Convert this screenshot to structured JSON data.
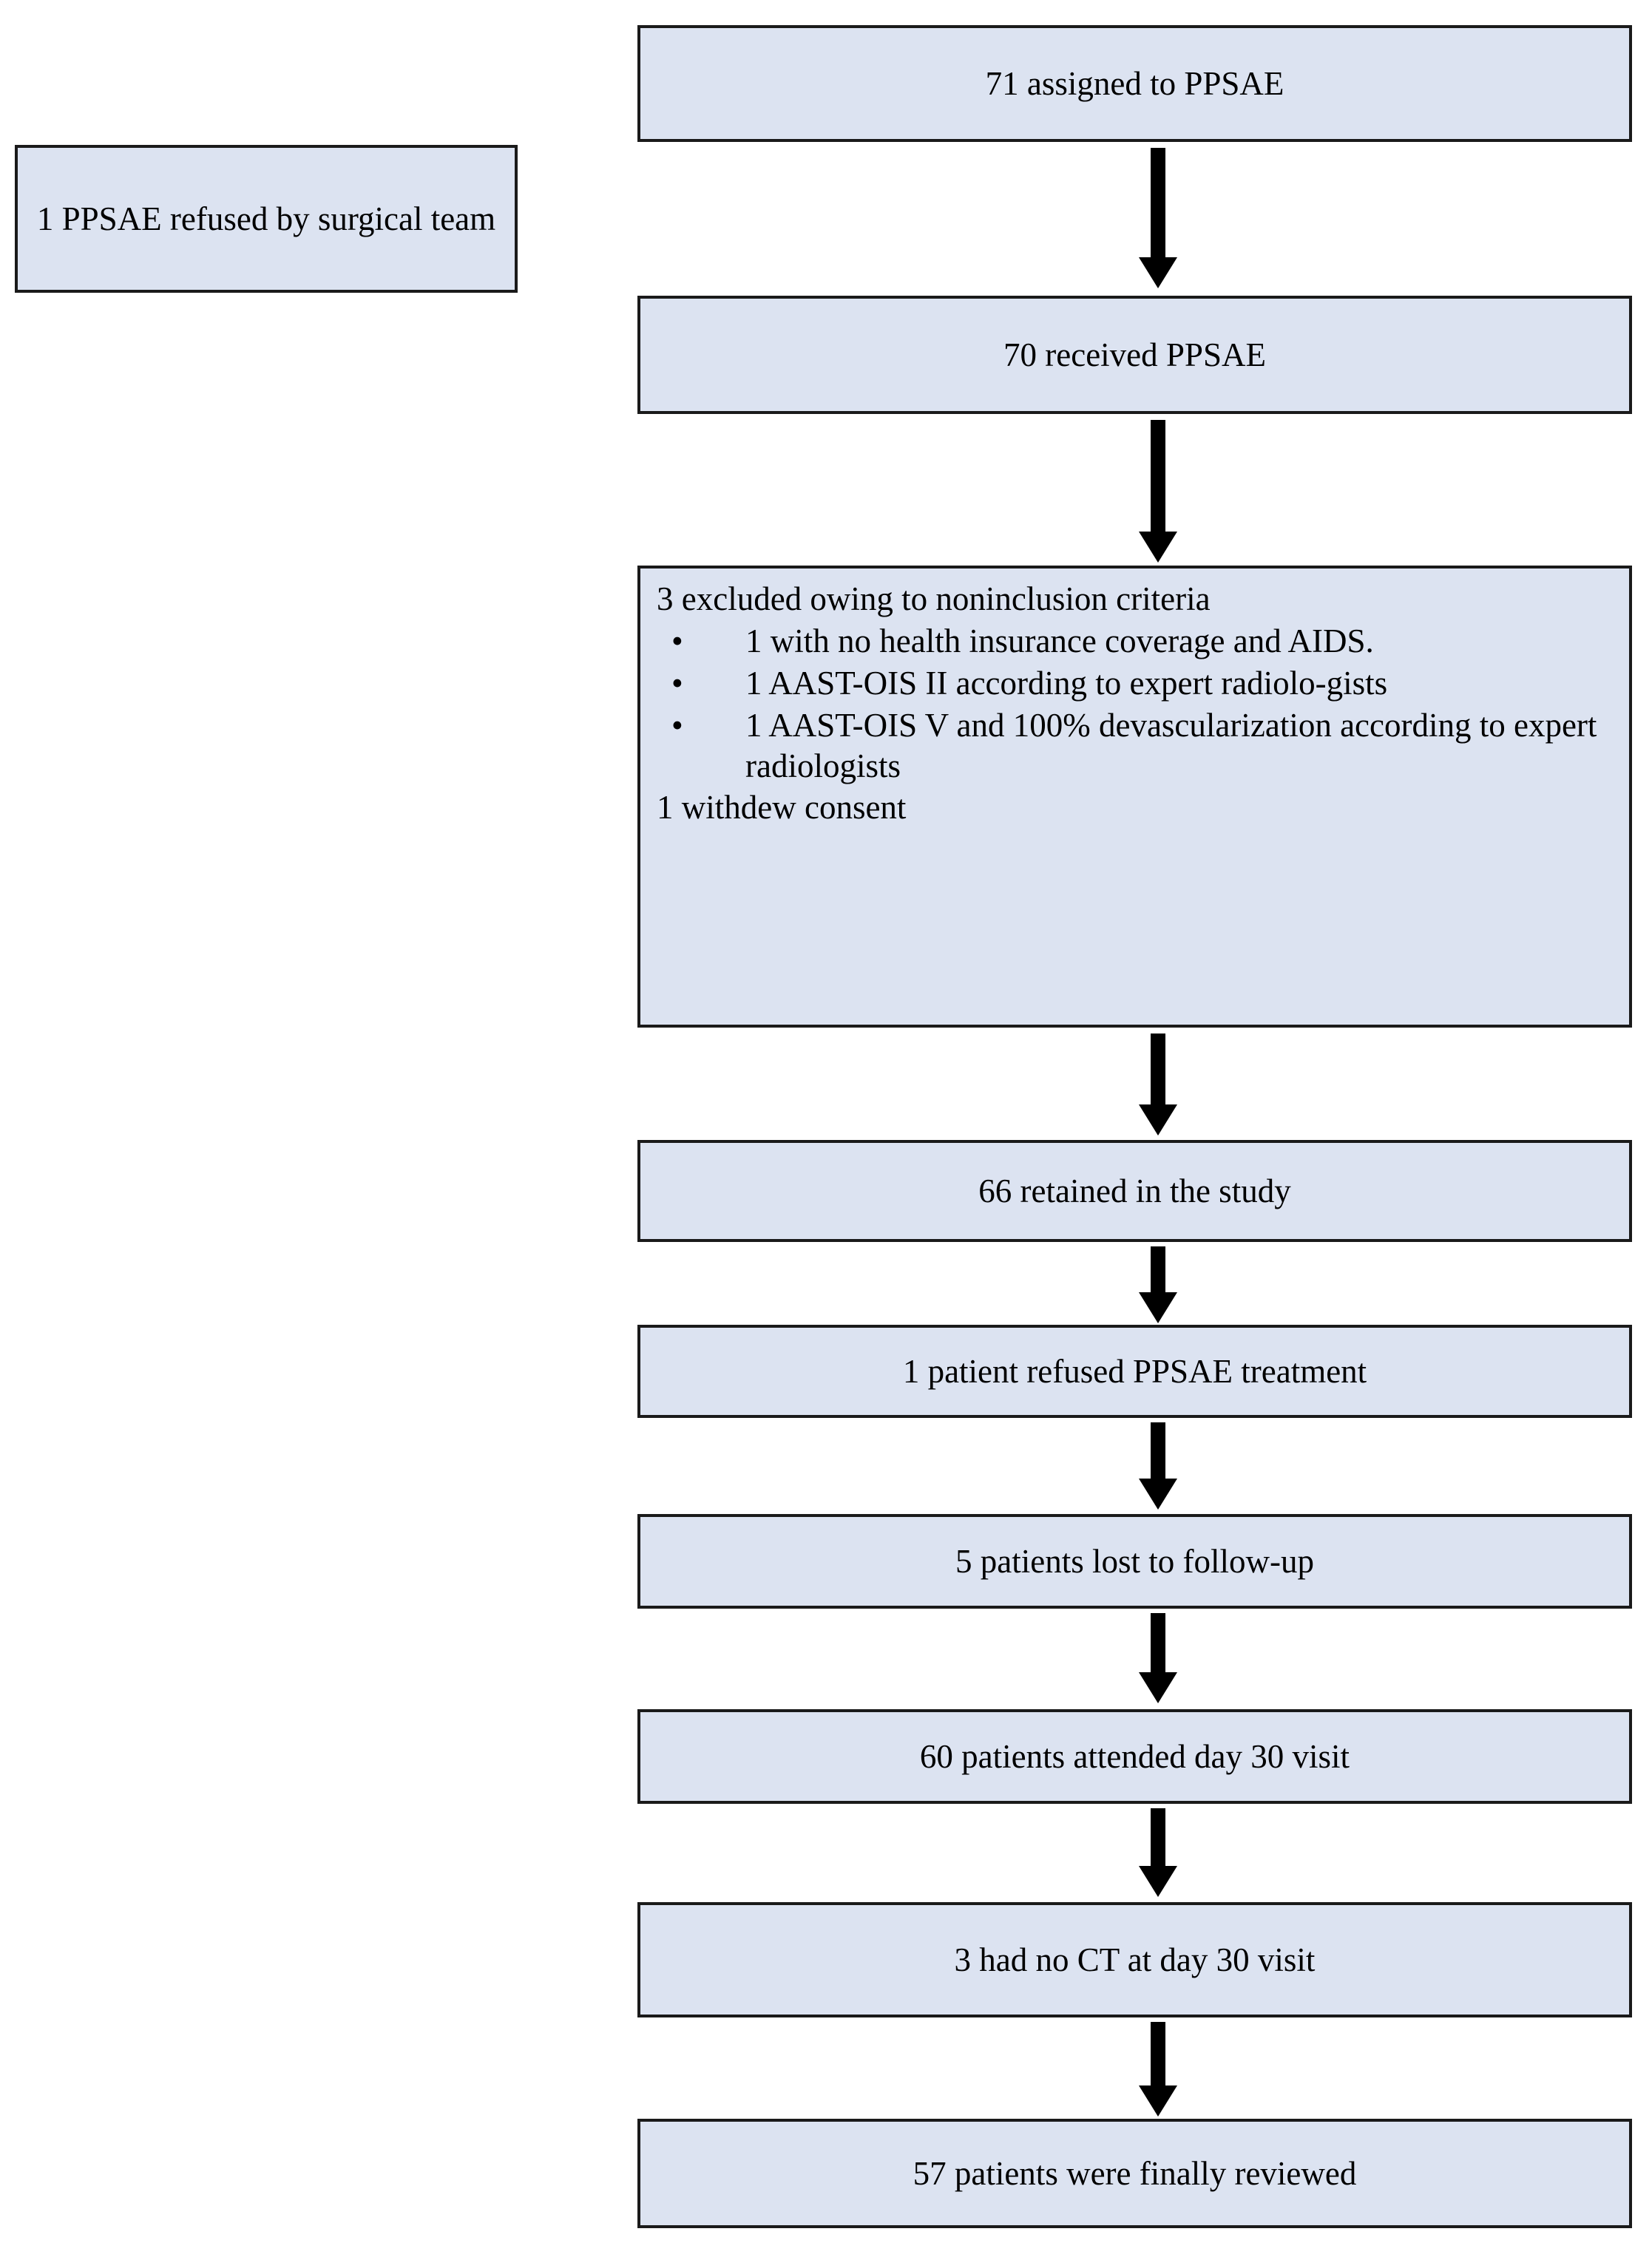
{
  "figure": {
    "type": "flowchart",
    "orientation": "vertical",
    "colors": {
      "node_fill": "#dce3f1",
      "node_border": "#1a1a1a",
      "arrow": "#000000",
      "text": "#000000",
      "background": "#ffffff"
    }
  },
  "side_note": {
    "text": "1 PPSAE refused by surgical team"
  },
  "nodes": [
    {
      "id": "assigned",
      "text": "71 assigned to PPSAE"
    },
    {
      "id": "received",
      "text": "70 received PPSAE"
    },
    {
      "id": "retained",
      "text": "66 retained in the study"
    },
    {
      "id": "refused",
      "text": "1 patient refused PPSAE treatment"
    },
    {
      "id": "lost",
      "text": "5 patients lost to follow-up"
    },
    {
      "id": "attended",
      "text": "60 patients attended day 30 visit"
    },
    {
      "id": "no_ct",
      "text": "3 had no CT at day 30 visit"
    },
    {
      "id": "reviewed",
      "text": "57 patients were finally reviewed"
    }
  ],
  "exclusion_box": {
    "heading": "3 excluded owing to noninclusion criteria",
    "bullet_glyph": "•",
    "items": [
      "1 with no health insurance coverage and AIDS.",
      "1 AAST-OIS II according to expert radiolo-gists",
      "1 AAST-OIS V and 100% devascularization according to expert radiologists"
    ],
    "footer": "1 withdew consent"
  },
  "arrows": {
    "glyph": "down-arrow",
    "count": 7
  }
}
